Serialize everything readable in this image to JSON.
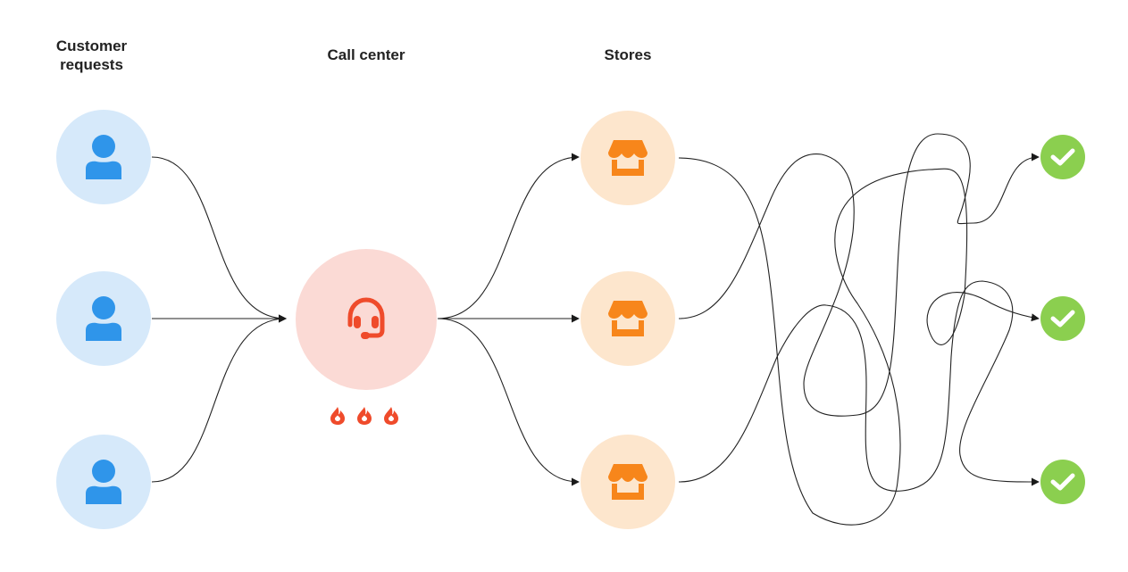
{
  "title": "Customer requests routed through call center to stores",
  "columns": {
    "customers": {
      "label_line1": "Customer",
      "label_line2": "requests"
    },
    "call_center": {
      "label": "Call center"
    },
    "stores": {
      "label": "Stores"
    }
  },
  "nodes": {
    "customers": [
      {
        "id": "customer-1",
        "icon": "user-icon"
      },
      {
        "id": "customer-2",
        "icon": "user-icon"
      },
      {
        "id": "customer-3",
        "icon": "user-icon"
      }
    ],
    "call_center": {
      "id": "call-center",
      "icon": "headset-icon",
      "load_indicators": 3,
      "load_icon": "flame-icon"
    },
    "stores": [
      {
        "id": "store-1",
        "icon": "storefront-icon"
      },
      {
        "id": "store-2",
        "icon": "storefront-icon"
      },
      {
        "id": "store-3",
        "icon": "storefront-icon"
      }
    ],
    "outcomes": [
      {
        "id": "outcome-1",
        "icon": "check-circle-icon",
        "status": "resolved"
      },
      {
        "id": "outcome-2",
        "icon": "check-circle-icon",
        "status": "resolved"
      },
      {
        "id": "outcome-3",
        "icon": "check-circle-icon",
        "status": "resolved"
      }
    ]
  },
  "edges": [
    {
      "from": "customer-1",
      "to": "call-center",
      "style": "curved"
    },
    {
      "from": "customer-2",
      "to": "call-center",
      "style": "straight"
    },
    {
      "from": "customer-3",
      "to": "call-center",
      "style": "curved"
    },
    {
      "from": "call-center",
      "to": "store-1",
      "style": "curved"
    },
    {
      "from": "call-center",
      "to": "store-2",
      "style": "straight"
    },
    {
      "from": "call-center",
      "to": "store-3",
      "style": "curved"
    },
    {
      "from": "store-1",
      "to": "outcome-2",
      "style": "tangled"
    },
    {
      "from": "store-2",
      "to": "outcome-1",
      "style": "tangled"
    },
    {
      "from": "store-3",
      "to": "outcome-3",
      "style": "tangled"
    }
  ],
  "colors": {
    "customer_bg": "#d6e9fa",
    "customer_icon": "#2f95ea",
    "call_center_bg": "#fbdad5",
    "call_center_icon": "#ef4b2b",
    "store_bg": "#fde6cd",
    "store_icon": "#f7861b",
    "outcome": "#8bcf4f",
    "edge": "#222222"
  }
}
